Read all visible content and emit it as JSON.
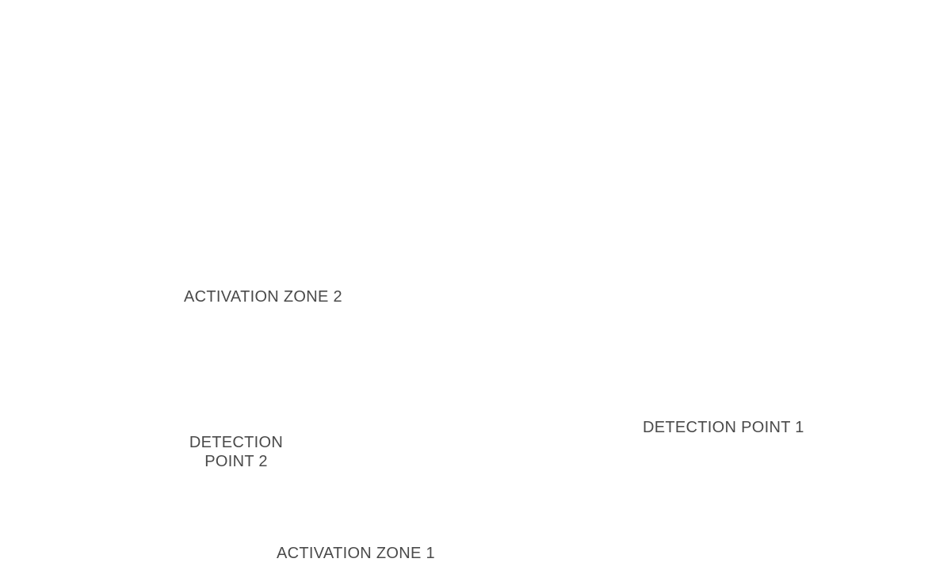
{
  "labels": {
    "activation_zone_2": "ACTIVATION ZONE 2",
    "detection_point_2": {
      "line1": "DETECTION",
      "line2": "POINT 2"
    },
    "detection_point_1": "DETECTION POINT 1",
    "activation_zone_1": "ACTIVATION ZONE 1"
  },
  "colors": {
    "background": "#ffffff",
    "label_text": "#4a4a4a"
  }
}
